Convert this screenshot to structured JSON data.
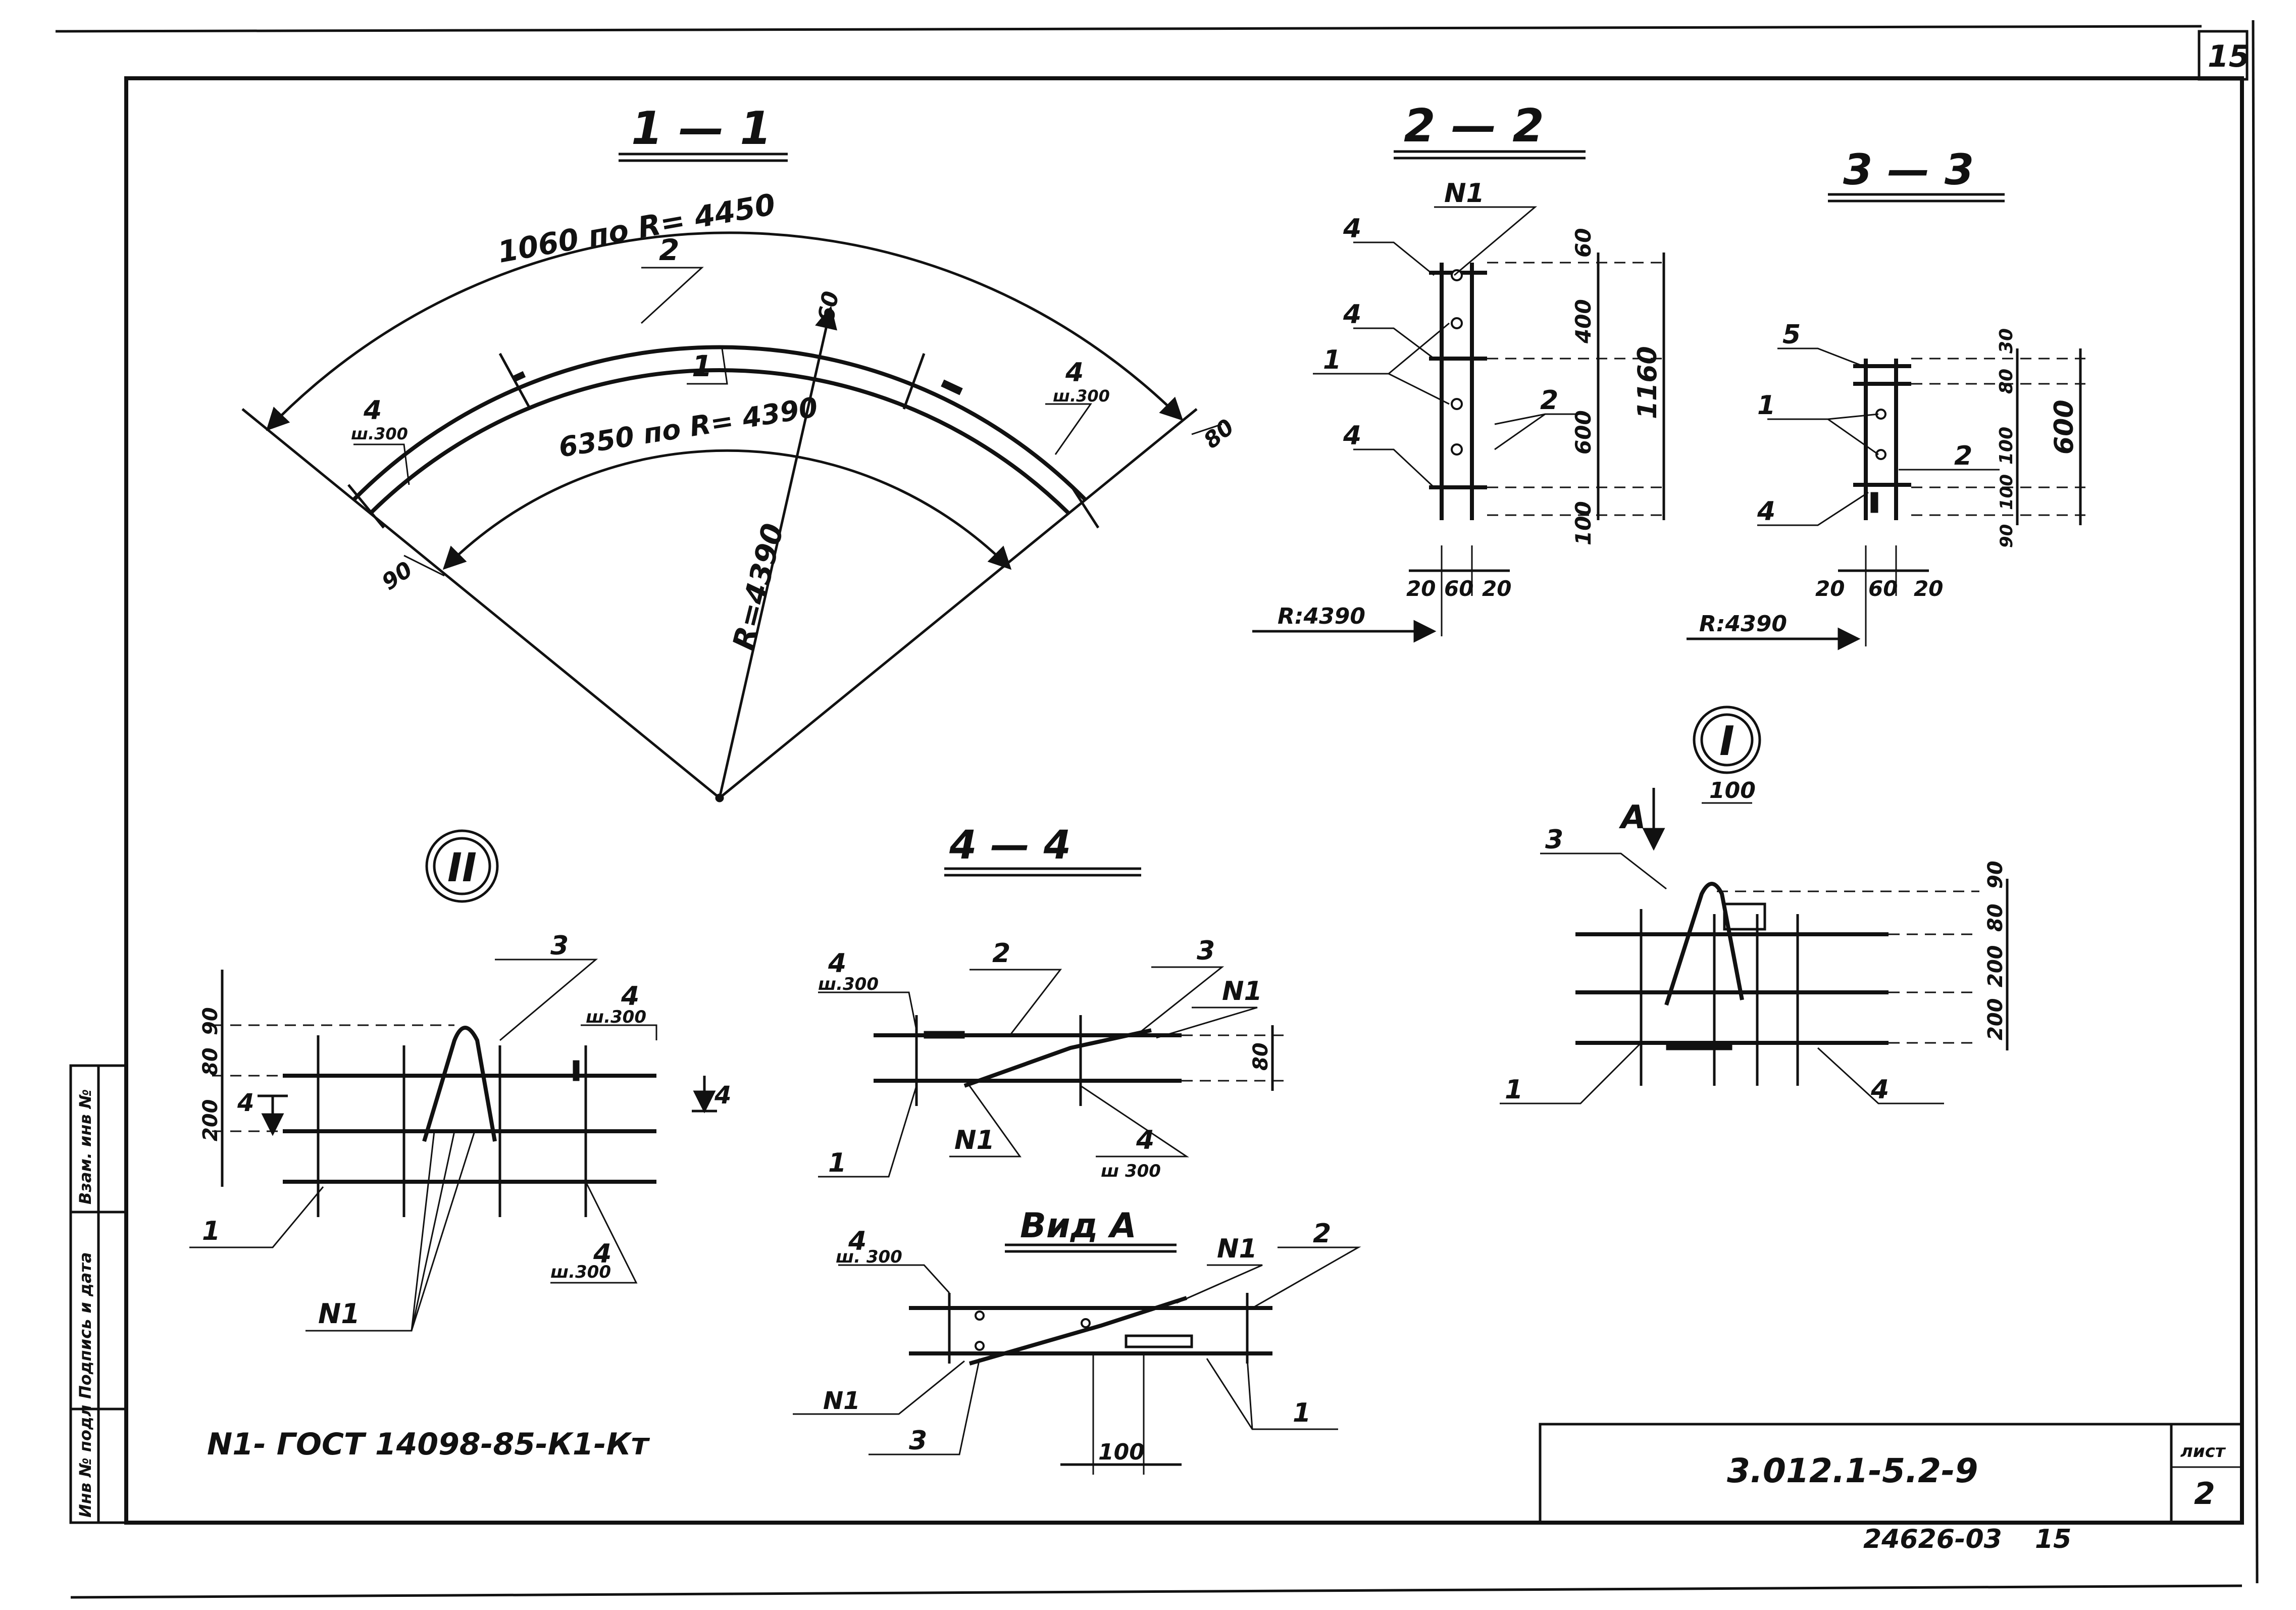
{
  "sheet": {
    "corner_page": "15",
    "page_label": "лист",
    "page_number": "2",
    "doc_code": "3.012.1-5.2-9",
    "inventory_number": "24626-03",
    "inventory_page": "15",
    "gost_note": "N1- ГОСТ 14098-85-К1-Кт"
  },
  "side_stamp": {
    "cells": [
      "Взам. инв №",
      "Подпись и дата",
      "Инв № подл"
    ]
  },
  "section_1_1": {
    "title": "1 — 1",
    "outer_arc": "1060 по  R= 4450",
    "inner_arc": "6350 по  R= 4390",
    "radius": "R=4390",
    "dim_60": "60",
    "dim_80": "80",
    "dim_90": "90",
    "pos_1": "1",
    "pos_2": "2",
    "pos_4_left": "4",
    "step_left": "ш.300",
    "pos_4_right": "4",
    "step_right": "ш.300"
  },
  "section_2_2": {
    "title": "2 — 2",
    "n1": "N1",
    "pos_4_a": "4",
    "pos_4_b": "4",
    "pos_4_c": "4",
    "pos_1": "1",
    "pos_2": "2",
    "dim_60": "60",
    "dim_400": "400",
    "dim_600": "600",
    "dim_100": "100",
    "dim_total": "1160",
    "dim_20a": "20",
    "dim_60b": "60",
    "dim_20b": "20",
    "radius": "R:4390"
  },
  "section_3_3": {
    "title": "3 — 3",
    "pos_5": "5",
    "pos_1": "1",
    "pos_2": "2",
    "pos_4": "4",
    "dim_30": "30",
    "dim_80": "80",
    "dim_100a": "100",
    "dim_100b": "100",
    "dim_90": "90",
    "dim_total": "600",
    "dim_20a": "20",
    "dim_60": "60",
    "dim_20b": "20",
    "radius": "R:4390"
  },
  "node_1": {
    "marker": "I",
    "view_arrow": "A",
    "dim_100": "100",
    "pos_3": "3",
    "pos_1": "1",
    "pos_4": "4",
    "dim_90": "90",
    "dim_80": "80",
    "dim_200a": "200",
    "dim_200b": "200"
  },
  "node_2": {
    "marker": "II",
    "pos_3": "3",
    "pos_4_top": "4",
    "step_top": "ш.300",
    "pos_4_bottom": "4",
    "step_bottom": "ш.300",
    "pos_1": "1",
    "n1": "N1",
    "cut_left": "4",
    "cut_right": "4",
    "dim_90": "90",
    "dim_80": "80",
    "dim_200": "200"
  },
  "section_4_4": {
    "title": "4 — 4",
    "pos_4_top": "4",
    "step_top": "ш.300",
    "pos_2": "2",
    "pos_3": "3",
    "n1_top": "N1",
    "dim_80": "80",
    "pos_1": "1",
    "n1_bottom": "N1",
    "pos_4_bottom": "4",
    "step_bottom": "ш 300"
  },
  "view_a": {
    "title": "Вид А",
    "pos_4": "4",
    "step": "ш. 300",
    "n1_top": "N1",
    "pos_2": "2",
    "n1_left": "N1",
    "pos_3": "3",
    "pos_1": "1",
    "dim_100": "100"
  }
}
